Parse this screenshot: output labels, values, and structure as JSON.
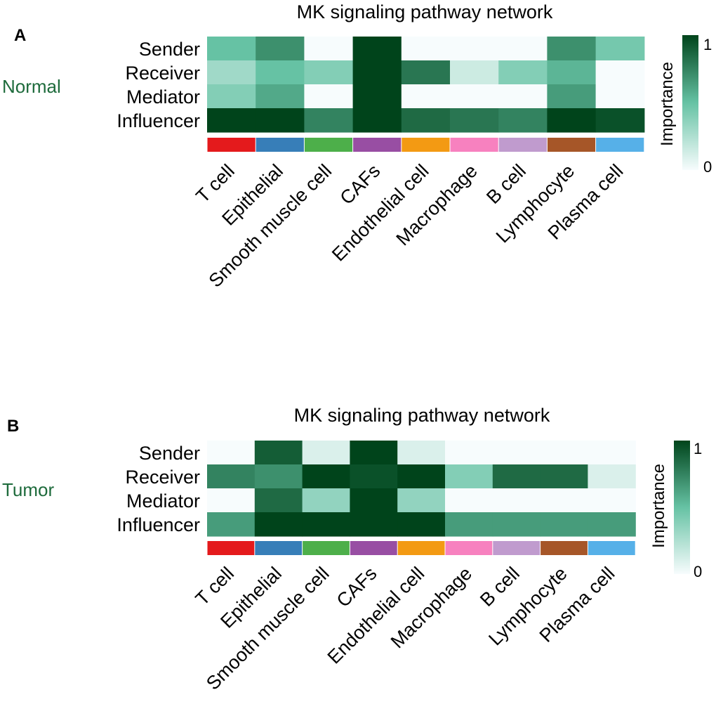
{
  "panels": [
    {
      "panel_label": "A",
      "condition_label": "Normal",
      "colorbar": {
        "label": "Importance",
        "max_label": "1",
        "min_label": "0"
      }
    },
    {
      "panel_label": "B",
      "condition_label": "Tumor",
      "colorbar": {
        "label": "Importance",
        "max_label": "1",
        "min_label": "0"
      }
    }
  ],
  "colors": {
    "condition_label": "#1e6b3c",
    "scale_low": "#f7fcfd",
    "scale_mid": "#66c2a4",
    "scale_high": "#00441b",
    "cell_types": {
      "T cell": "#e41a1c",
      "Epithelial": "#377eb8",
      "Smooth muscle cell": "#4daf4a",
      "CAFs": "#984ea3",
      "Endothelial cell": "#f39a13",
      "Macrophage": "#f781bf",
      "B cell": "#c09bce",
      "Lymphocyte": "#a65628",
      "Plasma cell": "#56b0e8"
    }
  },
  "chart_data": [
    {
      "type": "heatmap",
      "title": "MK signaling pathway network",
      "rows": [
        "Sender",
        "Receiver",
        "Mediator",
        "Influencer"
      ],
      "columns": [
        "T cell",
        "Epithelial",
        "Smooth muscle cell",
        "CAFs",
        "Endothelial cell",
        "Macrophage",
        "B cell",
        "Lymphocyte",
        "Plasma cell"
      ],
      "values": [
        [
          0.5,
          0.7,
          0.0,
          1.0,
          0.0,
          0.0,
          0.0,
          0.7,
          0.45
        ],
        [
          0.3,
          0.5,
          0.4,
          1.0,
          0.8,
          0.15,
          0.4,
          0.55,
          0.0
        ],
        [
          0.4,
          0.6,
          0.0,
          1.0,
          0.0,
          0.0,
          0.0,
          0.65,
          0.0
        ],
        [
          1.0,
          1.0,
          0.75,
          1.0,
          0.85,
          0.8,
          0.75,
          1.0,
          0.95
        ]
      ],
      "value_range": [
        0,
        1
      ],
      "colorbar_label": "Importance"
    },
    {
      "type": "heatmap",
      "title": "MK signaling pathway network",
      "rows": [
        "Sender",
        "Receiver",
        "Mediator",
        "Influencer"
      ],
      "columns": [
        "T cell",
        "Epithelial",
        "Smooth muscle cell",
        "CAFs",
        "Endothelial cell",
        "Macrophage",
        "B cell",
        "Lymphocyte",
        "Plasma cell"
      ],
      "values": [
        [
          0.0,
          0.9,
          0.1,
          1.0,
          0.1,
          0.0,
          0.0,
          0.0,
          0.0
        ],
        [
          0.75,
          0.7,
          1.0,
          0.95,
          1.0,
          0.4,
          0.85,
          0.85,
          0.1
        ],
        [
          0.0,
          0.85,
          0.35,
          1.0,
          0.35,
          0.0,
          0.0,
          0.0,
          0.0
        ],
        [
          0.65,
          1.0,
          1.0,
          1.0,
          1.0,
          0.65,
          0.65,
          0.65,
          0.65
        ]
      ],
      "value_range": [
        0,
        1
      ],
      "colorbar_label": "Importance"
    }
  ]
}
